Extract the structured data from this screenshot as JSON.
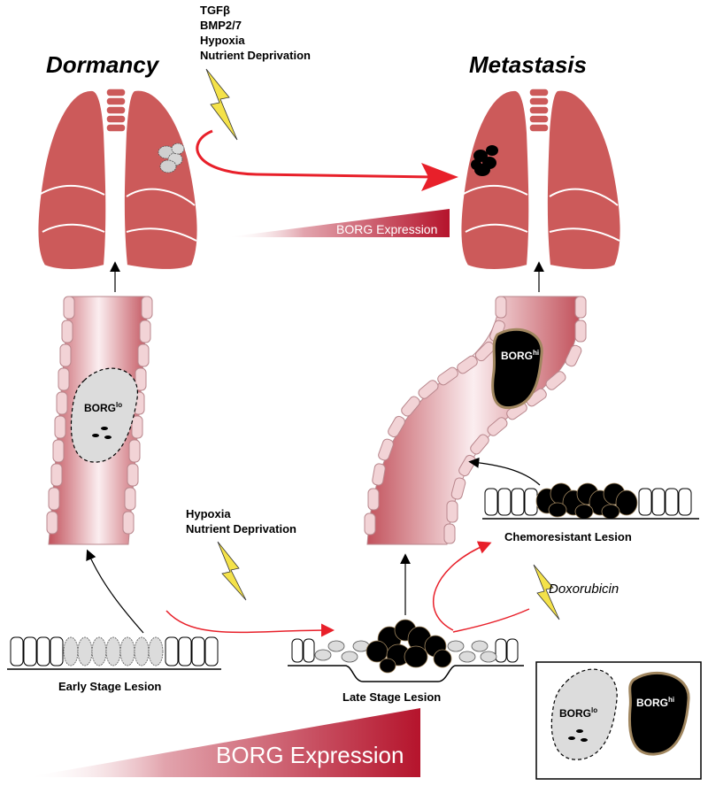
{
  "titles": {
    "dormancy": "Dormancy",
    "metastasis": "Metastasis"
  },
  "stimuli_top": [
    "TGFβ",
    "BMP2/7",
    "Hypoxia",
    "Nutrient Deprivation"
  ],
  "stimuli_mid": [
    "Hypoxia",
    "Nutrient Deprivation"
  ],
  "drug": "Doxorubicin",
  "expression_label_top": "BORG Expression",
  "expression_label_bottom": "BORG Expression",
  "lesions": {
    "early": "Early Stage Lesion",
    "late": "Late Stage Lesion",
    "chemoresistant": "Chemoresistant Lesion"
  },
  "cells": {
    "lo_base": "BORG",
    "lo_sup": "lo",
    "hi_base": "BORG",
    "hi_sup": "hi"
  },
  "legend": {
    "lo_base": "BORG",
    "lo_sup": "lo",
    "hi_base": "BORG",
    "hi_sup": "hi"
  },
  "colors": {
    "lung": "#cc5a5a",
    "vessel_edge": "#d9a0a3",
    "vessel_core": "#f7e1e3",
    "arrow_red": "#e8202a",
    "bolt": "#f4e24a",
    "gradient_dark": "#b5142c",
    "lo_cell": "#dcdcdc",
    "hi_cell": "#000000",
    "hi_border": "#a0865f"
  }
}
